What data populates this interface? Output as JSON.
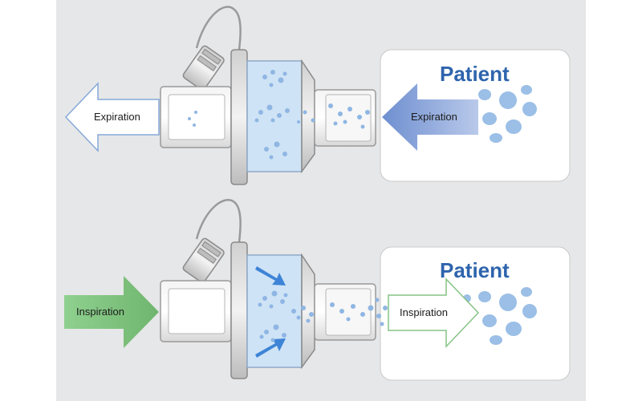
{
  "colors": {
    "background_panel": "#e6e7e8",
    "filter_blue": "#cfe3f6",
    "bubble_blue": "#8fb6e3",
    "patient_text": "#2e64ad",
    "expiration_arrow_patient": "#5b7fc4",
    "inspiration_arrow_left": "#7fc27f",
    "inspiration_arrow_outline": "#86c386",
    "expiration_arrow_outline": "#5b7fc4"
  },
  "top_panel": {
    "left_arrow_label": "Expiration",
    "patient_arrow_label": "Expiration",
    "patient_title": "Patient"
  },
  "bottom_panel": {
    "left_arrow_label": "Inspiration",
    "patient_arrow_label": "Inspiration",
    "patient_title": "Patient"
  }
}
